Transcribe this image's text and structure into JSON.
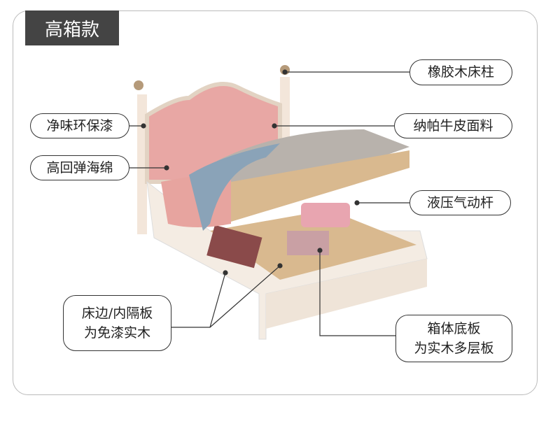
{
  "header": {
    "title": "高箱款"
  },
  "callouts": {
    "post": "橡胶木床柱",
    "paint": "净味环保漆",
    "leather": "纳帕牛皮面料",
    "sponge": "高回弹海绵",
    "hydraulic": "液压气动杆",
    "side_line1": "床边/内隔板",
    "side_line2": "为免漆实木",
    "bottom_line1": "箱体底板",
    "bottom_line2": "为实木多层板"
  }
}
